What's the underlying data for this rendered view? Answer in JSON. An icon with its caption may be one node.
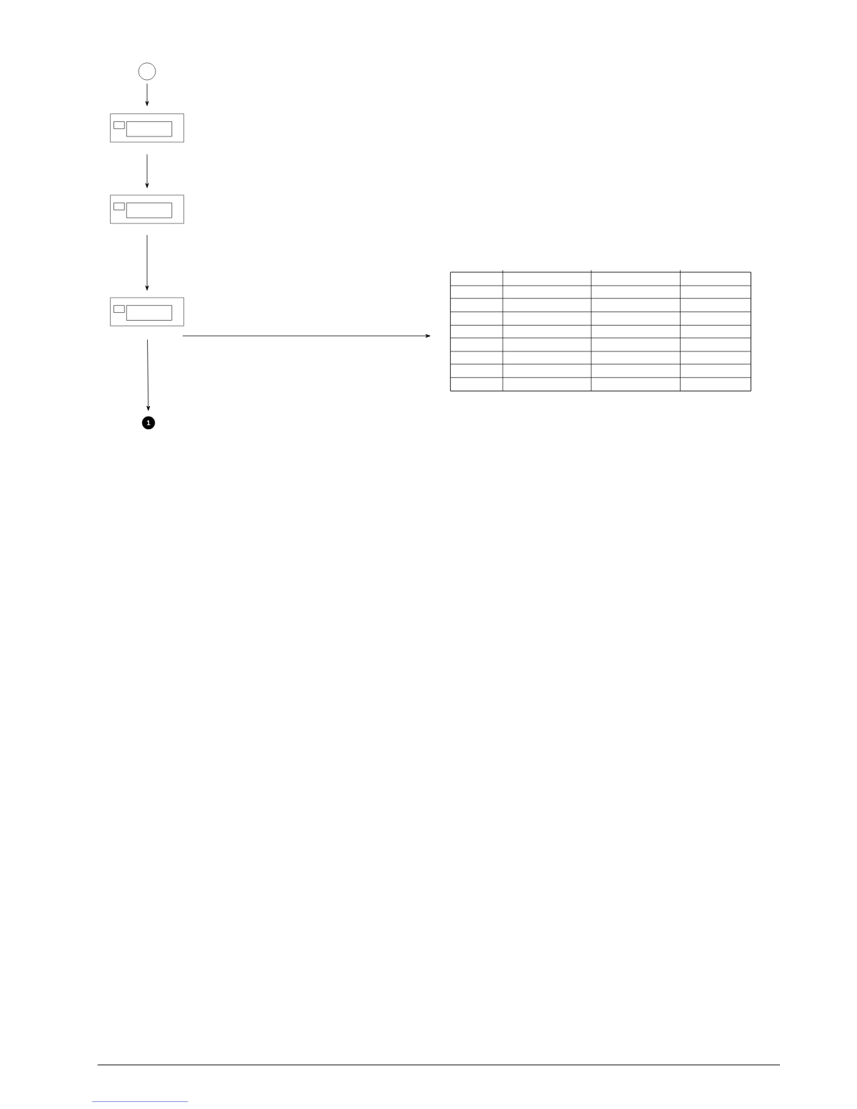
{
  "diagram": {
    "nodes": [
      {
        "text": [],
        "shape": "circle"
      },
      {
        "text": [],
        "shape": "box"
      },
      {
        "text": [],
        "shape": "box"
      },
      {
        "text": [],
        "shape": "box"
      },
      {
        "text": [
          "1"
        ]
      },
      {
        "text": [],
        "shape": "table"
      }
    ],
    "edges": [
      {
        "from": 0,
        "to": 1,
        "arrow": "to"
      },
      {
        "from": 1,
        "to": 2,
        "arrow": "to"
      },
      {
        "from": 2,
        "to": 3,
        "arrow": "to"
      },
      {
        "from": 3,
        "to": 4,
        "arrow": "to"
      },
      {
        "from": 3,
        "to": 5,
        "arrow": "to"
      }
    ]
  }
}
